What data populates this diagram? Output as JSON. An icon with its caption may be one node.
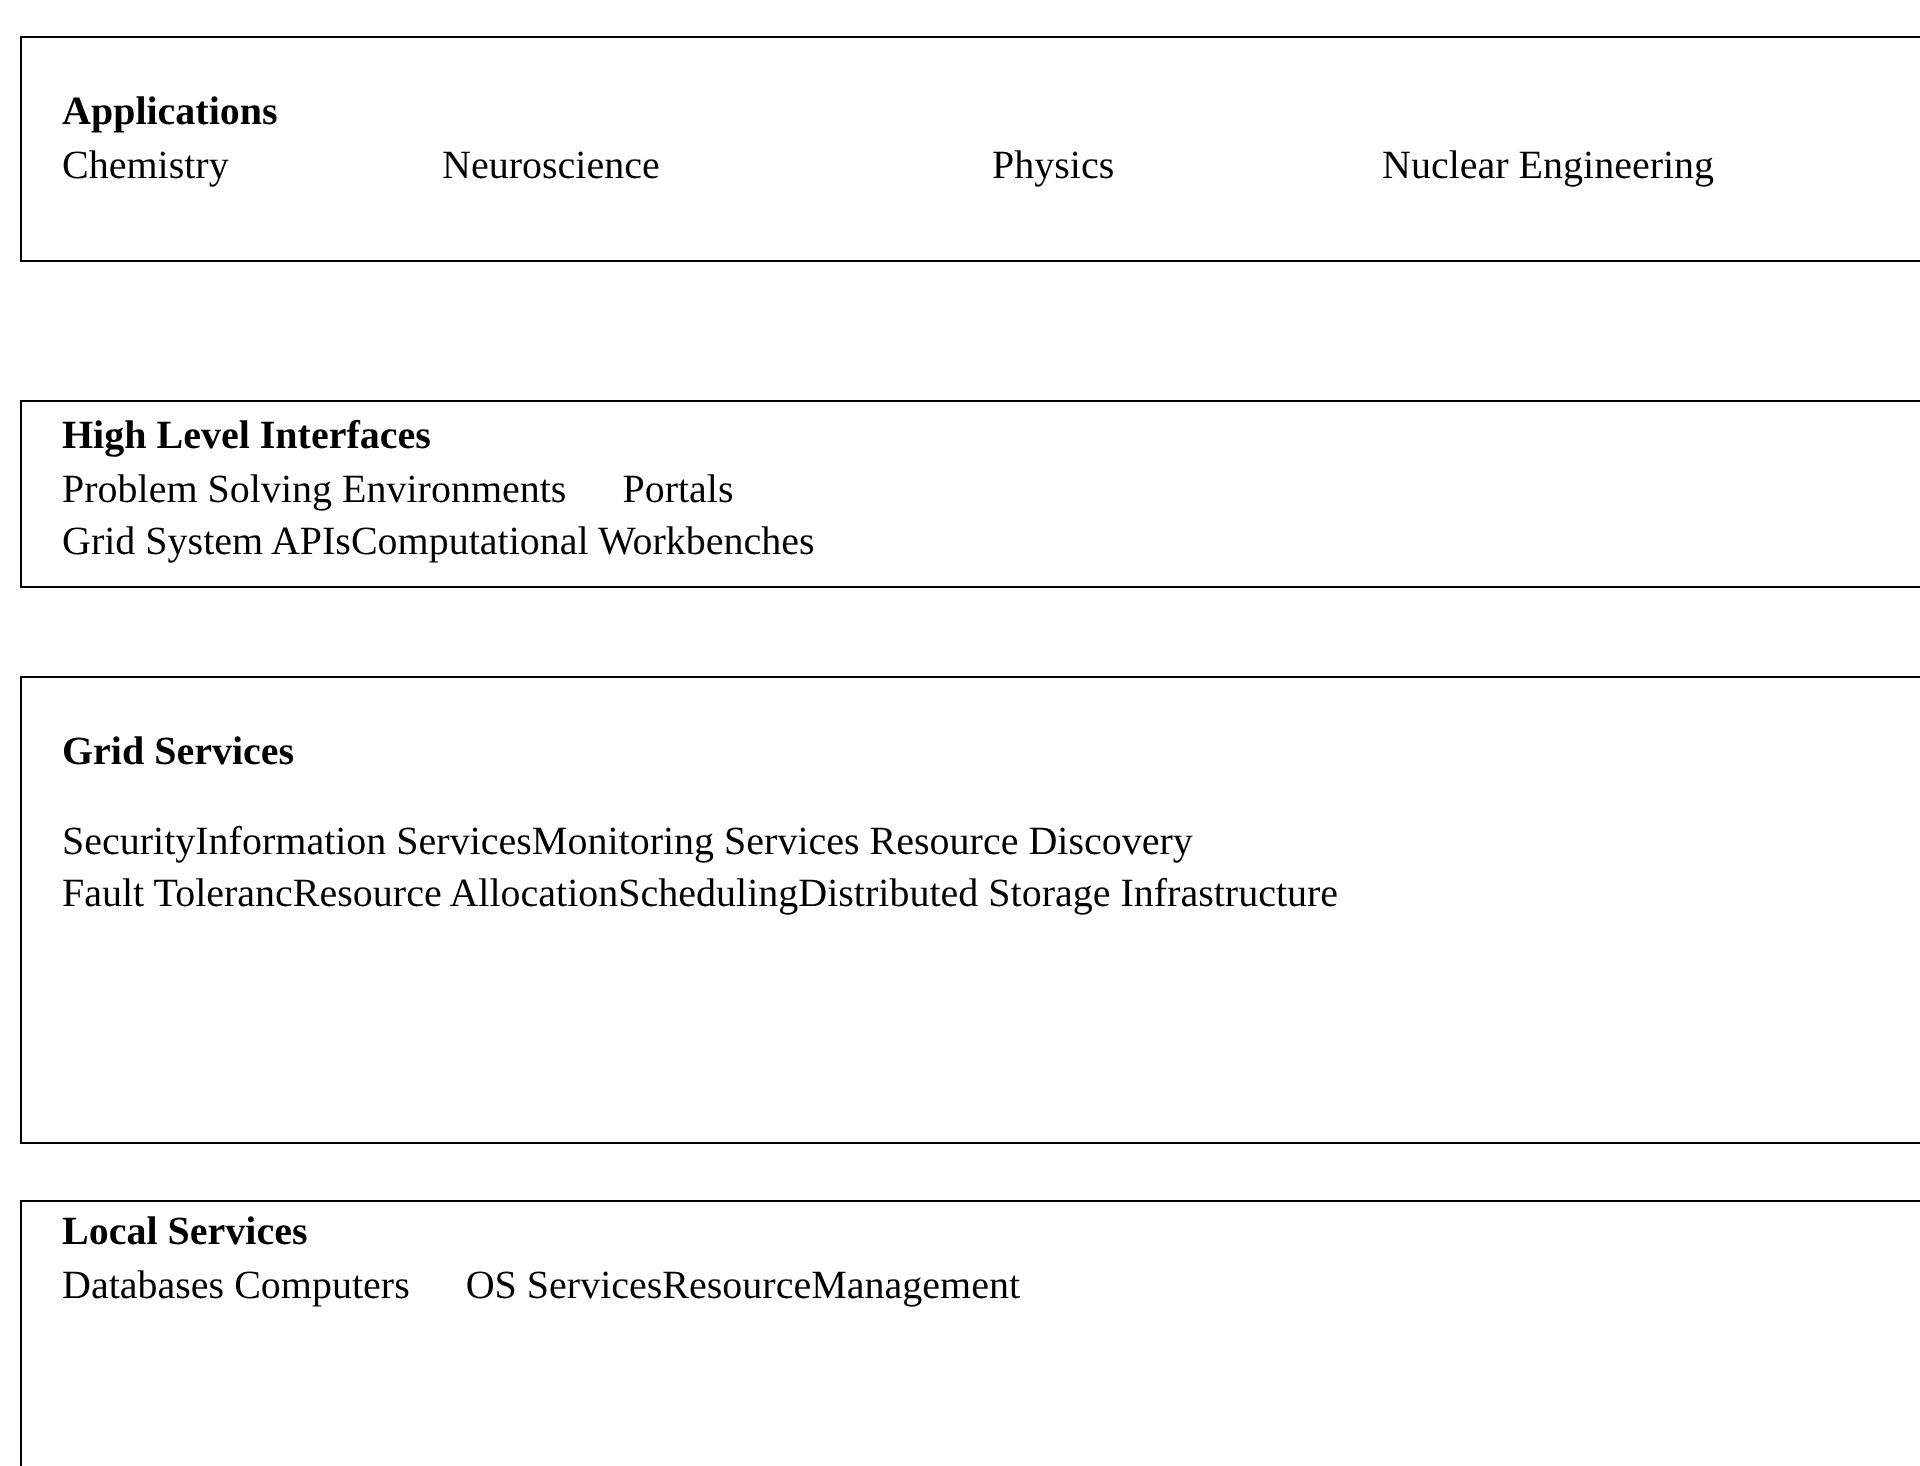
{
  "diagram": {
    "nodes": [
      {
        "text": [
          "Applications",
          "Chemistry",
          "Neuroscience",
          "Physics",
          "Nuclear Engineering"
        ]
      },
      {
        "text": [
          "High Level Interfaces",
          "Problem Solving Environments",
          "Portals",
          "Grid System APIsComputational Workbenches"
        ]
      },
      {
        "text": [
          "Grid Services",
          "SecurityInformation ServicesMonitoring Services Resource Discovery",
          "Fault TolerancResource AllocationSchedulingDistributed Storage Infrastructure"
        ]
      },
      {
        "text": [
          "Local Services",
          "Databases Computers",
          "OS ServicesResourceManagement"
        ]
      }
    ]
  }
}
